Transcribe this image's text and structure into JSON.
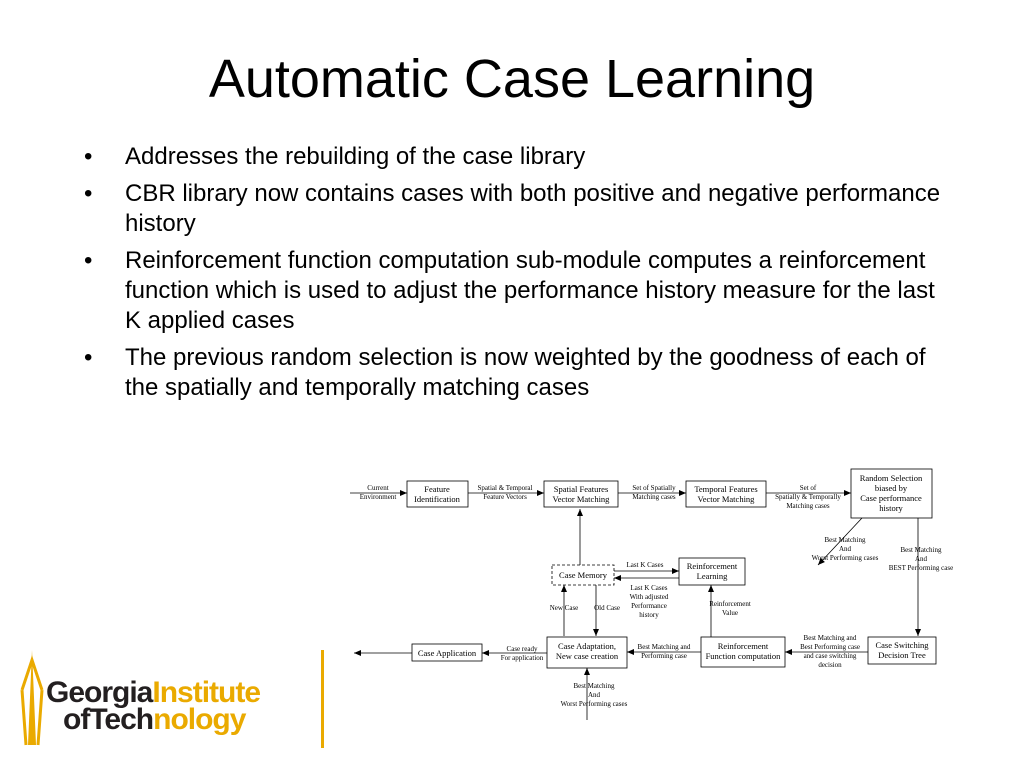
{
  "slide": {
    "title": "Automatic Case Learning",
    "bullets": [
      "Addresses the rebuilding of the case library",
      "CBR library now contains cases with both positive and negative performance history",
      "Reinforcement function computation sub-module computes a reinforcement function which is used to adjust the performance history measure for the last K applied cases",
      "The previous random selection is now weighted by the goodness of each of the spatially and temporally matching cases"
    ],
    "bullet_char": "•"
  },
  "diagram": {
    "boxes": {
      "feature_identification": [
        "Feature",
        "Identification"
      ],
      "spatial_matching": [
        "Spatial Features",
        "Vector Matching"
      ],
      "temporal_matching": [
        "Temporal Features",
        "Vector Matching"
      ],
      "random_selection": [
        "Random Selection",
        "biased by",
        "Case performance",
        "history"
      ],
      "case_memory": [
        "Case Memory"
      ],
      "reinforcement_learning": [
        "Reinforcement",
        "Learning"
      ],
      "case_application": [
        "Case Application"
      ],
      "case_adaptation": [
        "Case Adaptation,",
        "New case creation"
      ],
      "reinforcement_computation": [
        "Reinforcement",
        "Function computation"
      ],
      "case_switching": [
        "Case Switching",
        "Decision Tree"
      ]
    },
    "labels": {
      "current_environment": [
        "Current",
        "Environment"
      ],
      "spatial_temporal_vectors": [
        "Spatial & Temporal",
        "Feature Vectors"
      ],
      "set_spatially_matching": [
        "Set of Spatially",
        "Matching cases"
      ],
      "set_spatially_temporally": [
        "Set of",
        "Spatially & Temporally",
        "Matching cases"
      ],
      "best_worst_1": [
        "Best Matching",
        "And",
        "Worst Performing cases"
      ],
      "best_best": [
        "Best Matching",
        "And",
        "BEST Performing case"
      ],
      "last_k_cases": [
        "Last K Cases"
      ],
      "last_k_adjusted": [
        "Last K Cases",
        "With adjusted",
        "Performance",
        "history"
      ],
      "new_case": [
        "New Case"
      ],
      "old_case": [
        "Old Case"
      ],
      "reinforcement_value": [
        "Reinforcement",
        "Value"
      ],
      "case_ready": [
        "Case ready",
        "For application"
      ],
      "best_matching_performing": [
        "Best Matching and",
        "Performing case"
      ],
      "best_matching_switching": [
        "Best Matching and",
        "Best Performing case",
        "and case switching",
        "decision"
      ],
      "best_worst_2": [
        "Best Matching",
        "And",
        "Worst Performing cases"
      ]
    }
  },
  "logo": {
    "line1_a": "Georgia",
    "line1_b": "Institute",
    "line2_a": "of",
    "line2_b": "Tech",
    "line2_c": "nology",
    "colors": {
      "dark": "#231f20",
      "gold": "#eaaa00"
    }
  }
}
